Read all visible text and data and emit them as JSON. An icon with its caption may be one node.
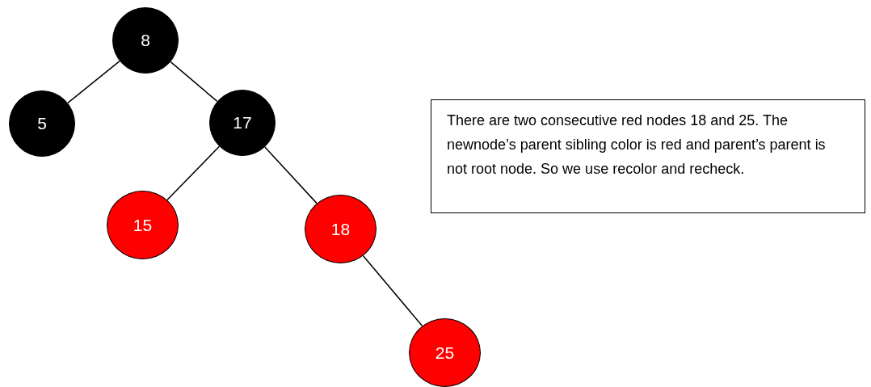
{
  "diagram": {
    "nodes": [
      {
        "text": [
          "8"
        ]
      },
      {
        "text": [
          "5"
        ]
      },
      {
        "text": [
          "17"
        ]
      },
      {
        "text": [
          "15"
        ]
      },
      {
        "text": [
          "18"
        ]
      },
      {
        "text": [
          "25"
        ]
      },
      {
        "text": [
          "There are two consecutive red nodes 18 and 25. The newnode’s parent sibling color is red and parent’s parent is not root node. So we use recolor and recheck."
        ]
      }
    ],
    "edges": [
      {
        "from": 0,
        "to": 1,
        "arrow": "none"
      },
      {
        "from": 0,
        "to": 2,
        "arrow": "none"
      },
      {
        "from": 2,
        "to": 3,
        "arrow": "none"
      },
      {
        "from": 2,
        "to": 4,
        "arrow": "none"
      },
      {
        "from": 4,
        "to": 5,
        "arrow": "none"
      }
    ]
  }
}
